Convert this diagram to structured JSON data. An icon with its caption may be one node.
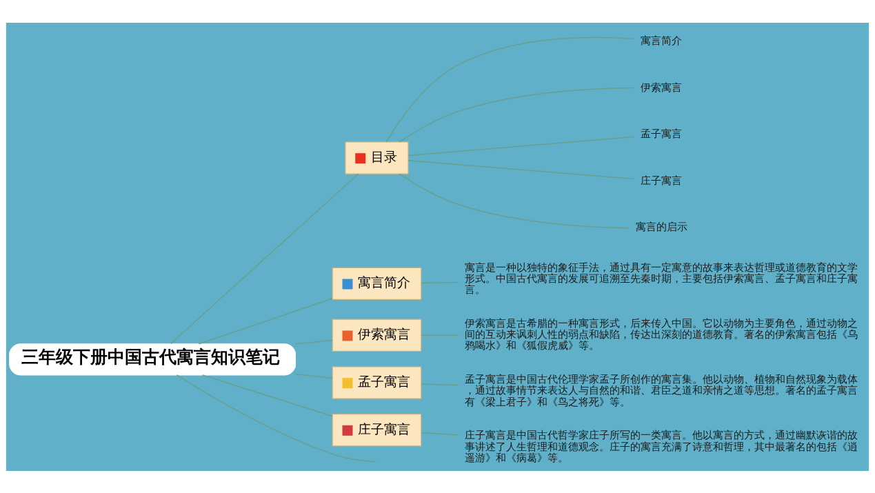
{
  "diagram": {
    "nodes": [
      {
        "text": [
          "三年级下册中国古代寓言知识笔记"
        ]
      },
      {
        "text": [
          "目录"
        ]
      },
      {
        "text": [
          "寓言简介"
        ]
      },
      {
        "text": [
          "伊索寓言"
        ]
      },
      {
        "text": [
          "孟子寓言"
        ]
      },
      {
        "text": [
          "庄子寓言"
        ]
      },
      {
        "text": [
          "寓言的启示"
        ]
      },
      {
        "text": [
          "寓言简介"
        ]
      },
      {
        "text": [
          "寓言是一种以独特的象征手法，通过具有一定寓意的故事来表达哲理或道德教育的文学形式。中国古代寓言的发展可追溯至先秦时期，主要包括伊索寓言、孟子寓言和庄子寓言。"
        ]
      },
      {
        "text": [
          "伊索寓言"
        ]
      },
      {
        "text": [
          "伊索寓言是古希腊的一种寓言形式，后来传入中国。它以动物为主要角色，通过动物之间的互动来讽刺人性的弱点和缺陷，传达出深刻的道德教育。著名的伊索寓言包括《乌鸦喝水》和《狐假虎威》等。"
        ]
      },
      {
        "text": [
          "孟子寓言"
        ]
      },
      {
        "text": [
          "孟子寓言是中国古代伦理学家孟子所创作的寓言集。他以动物、植物和自然现象为载体，通过故事情节来表达人与自然的和谐、君臣之道和亲情之道等思想。著名的孟子寓言有《梁上君子》和《鸟之将死》等。"
        ]
      },
      {
        "text": [
          "庄子寓言"
        ]
      },
      {
        "text": [
          "庄子寓言是中国古代哲学家庄子所写的一类寓言。他以寓言的方式，通过幽默诙谐的故事讲述了人生哲理和道德观念。庄子的寓言充满了诗意和哲理，其中最著名的包括《逍遥游》和《病葛》等。"
        ]
      }
    ],
    "edges": [
      {
        "from": 0,
        "to": 1,
        "arrow": "none"
      },
      {
        "from": 1,
        "to": 2,
        "arrow": "none"
      },
      {
        "from": 1,
        "to": 3,
        "arrow": "none"
      },
      {
        "from": 1,
        "to": 4,
        "arrow": "none"
      },
      {
        "from": 1,
        "to": 5,
        "arrow": "none"
      },
      {
        "from": 1,
        "to": 6,
        "arrow": "none"
      },
      {
        "from": 0,
        "to": 7,
        "arrow": "none"
      },
      {
        "from": 7,
        "to": 8,
        "arrow": "none"
      },
      {
        "from": 0,
        "to": 9,
        "arrow": "none"
      },
      {
        "from": 9,
        "to": 10,
        "arrow": "none"
      },
      {
        "from": 0,
        "to": 11,
        "arrow": "none"
      },
      {
        "from": 11,
        "to": 12,
        "arrow": "none"
      },
      {
        "from": 0,
        "to": 13,
        "arrow": "none"
      },
      {
        "from": 13,
        "to": 14,
        "arrow": "none"
      },
      {
        "from": 0,
        "to": null,
        "arrow": "none"
      }
    ]
  }
}
